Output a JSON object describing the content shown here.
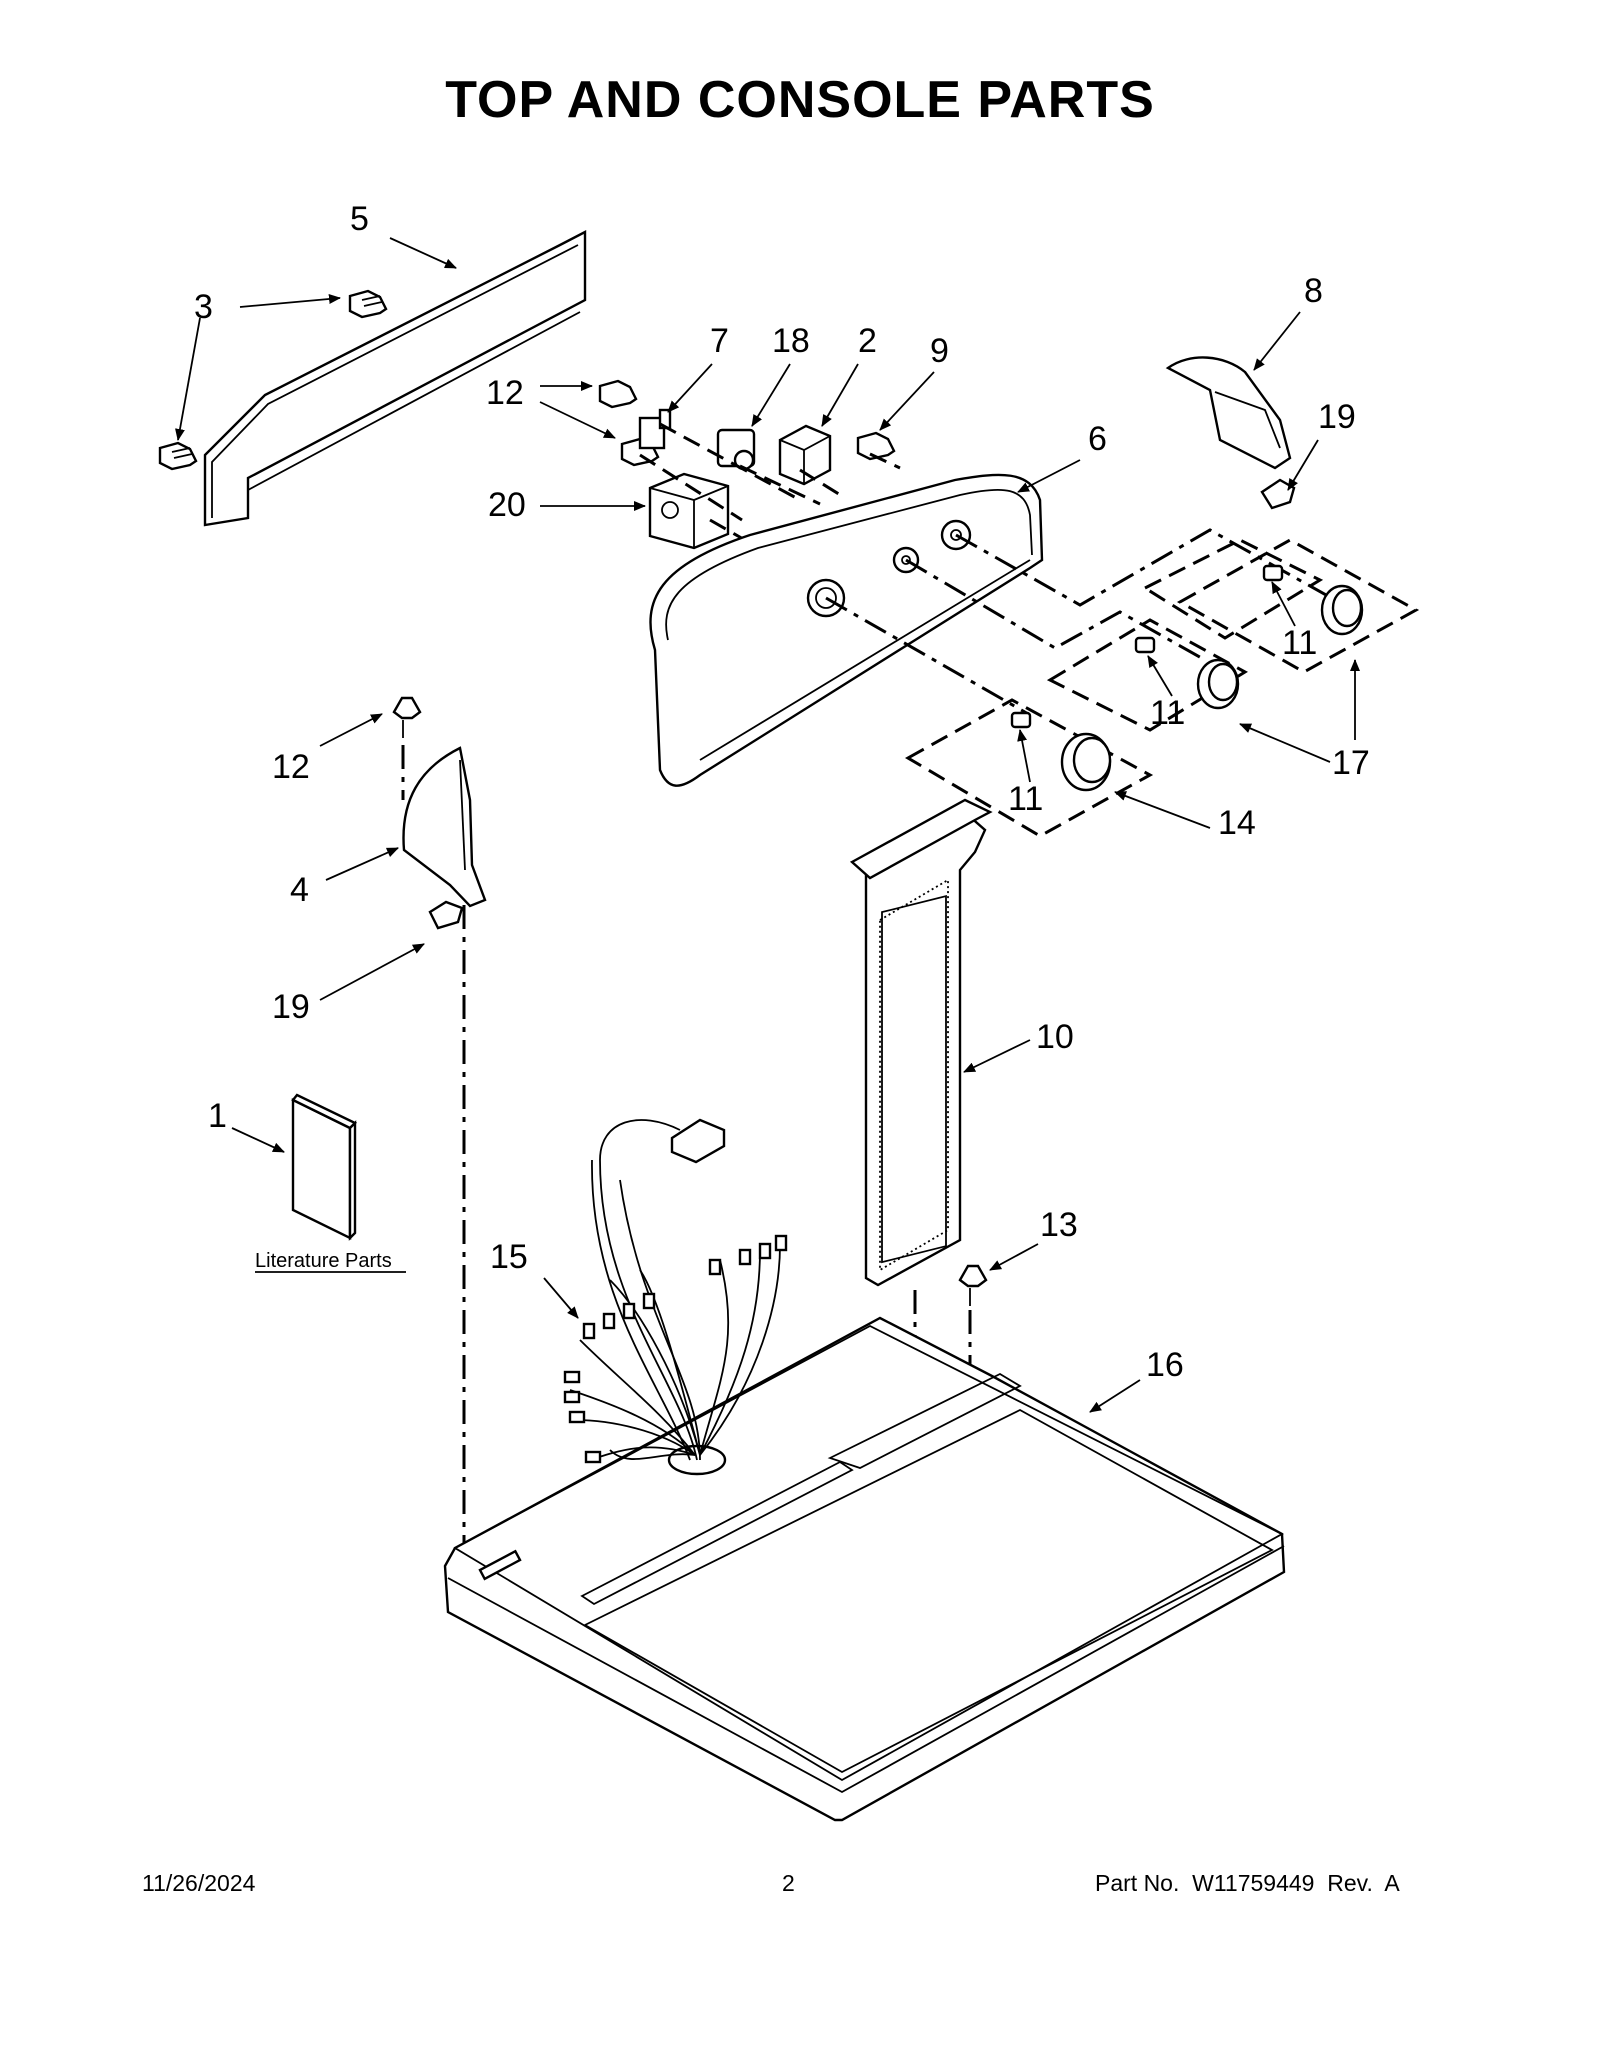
{
  "title": "TOP AND CONSOLE PARTS",
  "footer": {
    "date": "11/26/2024",
    "page": "2",
    "part_no": "Part No.  W11759449  Rev.  A"
  },
  "literature_label": "Literature Parts",
  "callouts": {
    "c1": "1",
    "c2": "2",
    "c3": "3",
    "c4": "4",
    "c5": "5",
    "c6": "6",
    "c7": "7",
    "c8": "8",
    "c9": "9",
    "c10": "10",
    "c11a": "11",
    "c11b": "11",
    "c11c": "11",
    "c12a": "12",
    "c12b": "12",
    "c13": "13",
    "c14": "14",
    "c15": "15",
    "c16": "16",
    "c17": "17",
    "c18": "18",
    "c19a": "19",
    "c19b": "19",
    "c20": "20"
  }
}
